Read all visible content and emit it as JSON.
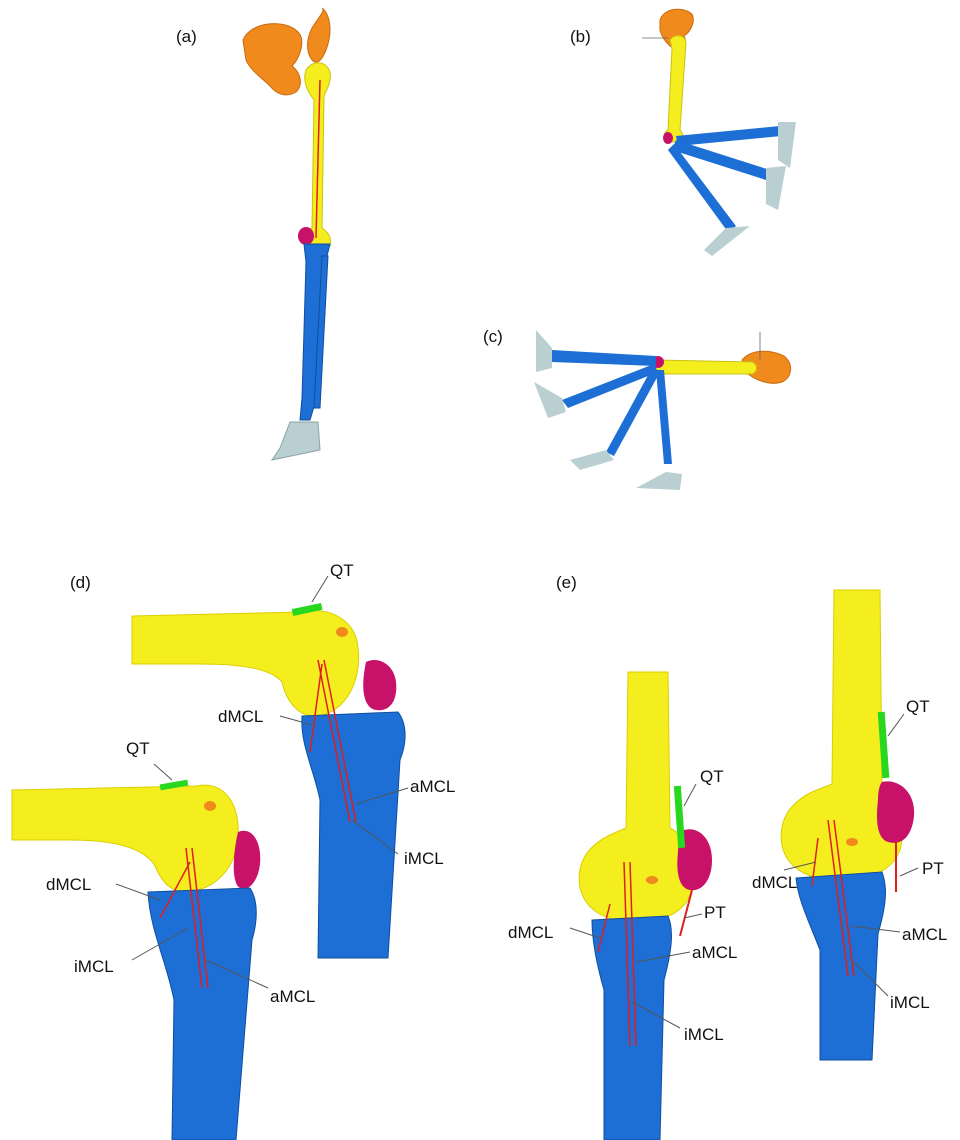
{
  "panels": {
    "a": "(a)",
    "b": "(b)",
    "c": "(c)",
    "d": "(d)",
    "e": "(e)"
  },
  "labels": {
    "qt": "QT",
    "pt": "PT",
    "dmcl": "dMCL",
    "amcl": "aMCL",
    "imcl": "iMCL"
  },
  "colors": {
    "pelvis": "#f08a1c",
    "femur": "#f5ee1f",
    "tibia": "#1d6fd6",
    "patella": "#c8126a",
    "foot": "#b9cfd2",
    "ligament": "#e21d1d",
    "quadriceps_tendon": "#27d81f"
  }
}
